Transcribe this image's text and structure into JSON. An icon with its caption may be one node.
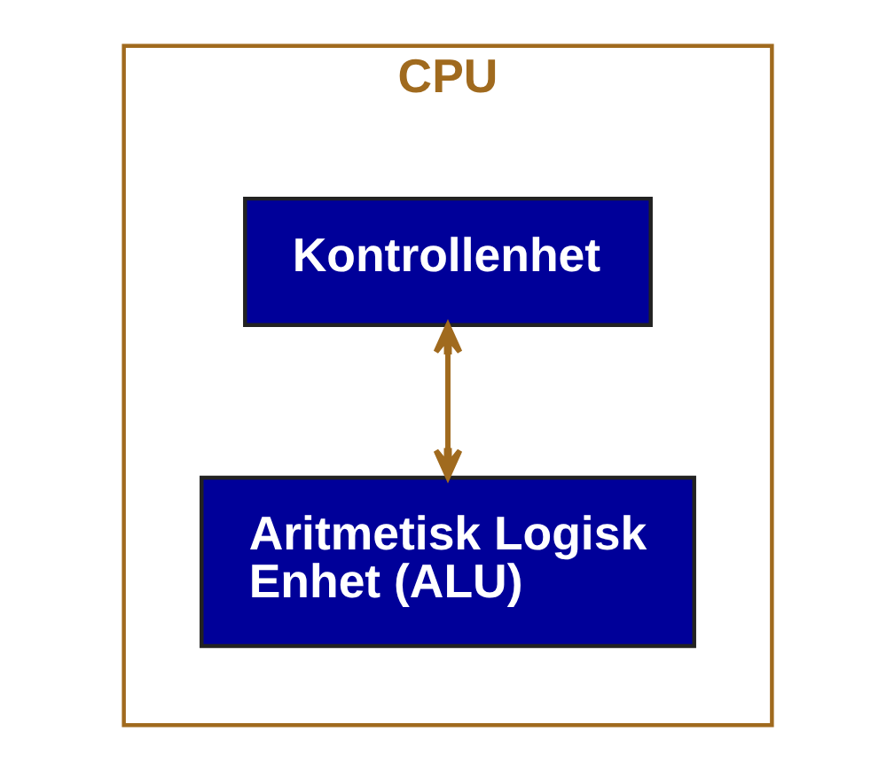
{
  "diagram": {
    "nodes": [
      {
        "text": [
          "CPU"
        ]
      },
      {
        "text": [
          "Kontrollenhet"
        ],
        "in": 0
      },
      {
        "text": [
          "Aritmetisk Logisk Enhet (ALU)"
        ],
        "in": 0
      }
    ],
    "edges": [
      {
        "from": 1,
        "to": 2,
        "arrow": "both",
        "color": "#a06a1e"
      }
    ]
  }
}
